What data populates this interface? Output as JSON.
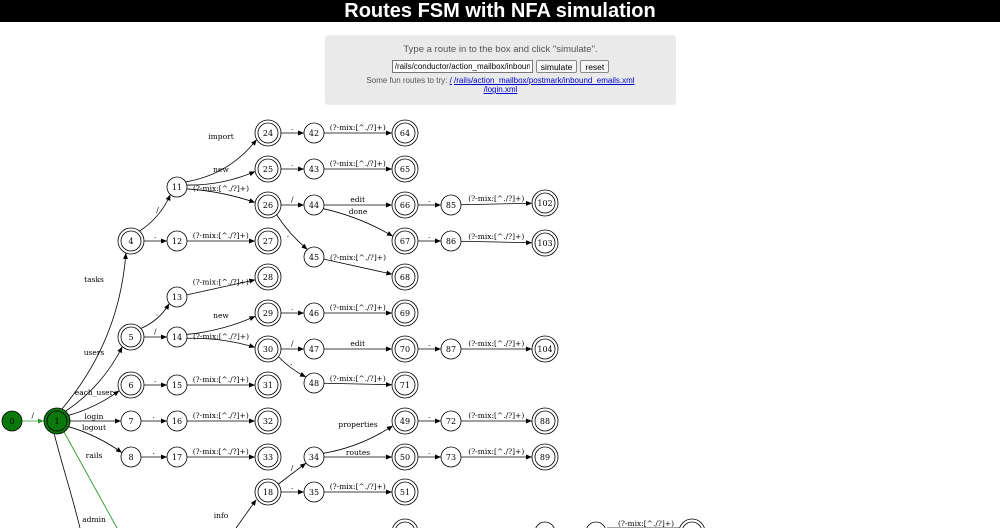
{
  "page": {
    "title": "Routes FSM with NFA simulation"
  },
  "form": {
    "instruction": "Type a route in to the box and click \"simulate\".",
    "route_value": "/rails/conductor/action_mailbox/inbound_emails",
    "simulate_label": "simulate",
    "reset_label": "reset",
    "fun_prefix": "Some fun routes to try:",
    "fun_links": [
      "/",
      "/rails/action_mailbox/postmark/inbound_emails.xml",
      "/login.xml"
    ]
  },
  "colors": {
    "active_fill": "#0a780a",
    "active_edge": "#2c9a2c",
    "edge": "#000000"
  },
  "graph": {
    "states": [
      {
        "id": "s0",
        "label": "0",
        "final": false,
        "active": true
      },
      {
        "id": "s1",
        "label": "1",
        "final": true,
        "active": true
      },
      {
        "id": "s4",
        "label": "4",
        "final": true
      },
      {
        "id": "s5",
        "label": "5",
        "final": true
      },
      {
        "id": "s6",
        "label": "6",
        "final": true
      },
      {
        "id": "s7",
        "label": "7",
        "final": false
      },
      {
        "id": "s8",
        "label": "8",
        "final": false
      },
      {
        "id": "s11",
        "label": "11",
        "final": false
      },
      {
        "id": "s12",
        "label": "12",
        "final": false
      },
      {
        "id": "s13",
        "label": "13",
        "final": false
      },
      {
        "id": "s14",
        "label": "14",
        "final": false
      },
      {
        "id": "s15",
        "label": "15",
        "final": false
      },
      {
        "id": "s16",
        "label": "16",
        "final": false
      },
      {
        "id": "s17",
        "label": "17",
        "final": false
      },
      {
        "id": "s18",
        "label": "18",
        "final": true
      },
      {
        "id": "s24",
        "label": "24",
        "final": true
      },
      {
        "id": "s25",
        "label": "25",
        "final": true
      },
      {
        "id": "s26",
        "label": "26",
        "final": true
      },
      {
        "id": "s27",
        "label": "27",
        "final": true
      },
      {
        "id": "s28",
        "label": "28",
        "final": true
      },
      {
        "id": "s29",
        "label": "29",
        "final": true
      },
      {
        "id": "s30",
        "label": "30",
        "final": true
      },
      {
        "id": "s31",
        "label": "31",
        "final": true
      },
      {
        "id": "s32",
        "label": "32",
        "final": true
      },
      {
        "id": "s33",
        "label": "33",
        "final": true
      },
      {
        "id": "s34",
        "label": "34",
        "final": false
      },
      {
        "id": "s35",
        "label": "35",
        "final": false
      },
      {
        "id": "s42",
        "label": "42",
        "final": false
      },
      {
        "id": "s43",
        "label": "43",
        "final": false
      },
      {
        "id": "s44",
        "label": "44",
        "final": false
      },
      {
        "id": "s45",
        "label": "45",
        "final": false
      },
      {
        "id": "s46",
        "label": "46",
        "final": false
      },
      {
        "id": "s47",
        "label": "47",
        "final": false
      },
      {
        "id": "s48",
        "label": "48",
        "final": false
      },
      {
        "id": "s49",
        "label": "49",
        "final": true
      },
      {
        "id": "s50",
        "label": "50",
        "final": true
      },
      {
        "id": "s51",
        "label": "51",
        "final": true
      },
      {
        "id": "s64",
        "label": "64",
        "final": true
      },
      {
        "id": "s65",
        "label": "65",
        "final": true
      },
      {
        "id": "s66",
        "label": "66",
        "final": true
      },
      {
        "id": "s67",
        "label": "67",
        "final": true
      },
      {
        "id": "s68",
        "label": "68",
        "final": true
      },
      {
        "id": "s69",
        "label": "69",
        "final": true
      },
      {
        "id": "s70",
        "label": "70",
        "final": true
      },
      {
        "id": "s71",
        "label": "71",
        "final": true
      },
      {
        "id": "s72",
        "label": "72",
        "final": false
      },
      {
        "id": "s73",
        "label": "73",
        "final": false
      },
      {
        "id": "s85",
        "label": "85",
        "final": false
      },
      {
        "id": "s86",
        "label": "86",
        "final": false
      },
      {
        "id": "s87",
        "label": "87",
        "final": false
      },
      {
        "id": "s88",
        "label": "88",
        "final": true
      },
      {
        "id": "s89",
        "label": "89",
        "final": true
      },
      {
        "id": "s102",
        "label": "102",
        "final": true
      },
      {
        "id": "s103",
        "label": "103",
        "final": true
      },
      {
        "id": "s104",
        "label": "104",
        "final": true
      }
    ],
    "edges": [
      {
        "from": "s0",
        "to": "s1",
        "label": "/",
        "active": true
      },
      {
        "from": "s1",
        "to": "s4",
        "label": "tasks"
      },
      {
        "from": "s1",
        "to": "s5",
        "label": "users"
      },
      {
        "from": "s1",
        "to": "s6",
        "label": "each_user"
      },
      {
        "from": "s1",
        "to": "s7",
        "label": "login"
      },
      {
        "from": "s1",
        "to": "s7",
        "label": "logout"
      },
      {
        "from": "s1",
        "to": "s8",
        "label": "rails"
      },
      {
        "from": "s1",
        "to": "admin",
        "label": "admin"
      },
      {
        "from": "s1",
        "to": "active",
        "label": "",
        "active": true
      },
      {
        "from": "s4",
        "to": "s11",
        "label": "/"
      },
      {
        "from": "s4",
        "to": "s12",
        "label": "."
      },
      {
        "from": "s5",
        "to": "s13",
        "label": "."
      },
      {
        "from": "s5",
        "to": "s14",
        "label": "/"
      },
      {
        "from": "s6",
        "to": "s15",
        "label": "."
      },
      {
        "from": "s7",
        "to": "s16",
        "label": "."
      },
      {
        "from": "s8",
        "to": "s17",
        "label": "."
      },
      {
        "from": "s11",
        "to": "s24",
        "label": "import"
      },
      {
        "from": "s11",
        "to": "s25",
        "label": "new"
      },
      {
        "from": "s11",
        "to": "s26",
        "label": "(?-mix:[^./?]+)"
      },
      {
        "from": "s12",
        "to": "s27",
        "label": "(?-mix:[^./?]+)"
      },
      {
        "from": "s13",
        "to": "s28",
        "label": "(?-mix:[^./?]+)"
      },
      {
        "from": "s14",
        "to": "s29",
        "label": "new"
      },
      {
        "from": "s14",
        "to": "s30",
        "label": "(?-mix:[^./?]+)"
      },
      {
        "from": "s15",
        "to": "s31",
        "label": "(?-mix:[^./?]+)"
      },
      {
        "from": "s16",
        "to": "s32",
        "label": "(?-mix:[^./?]+)"
      },
      {
        "from": "s17",
        "to": "s33",
        "label": "(?-mix:[^./?]+)"
      },
      {
        "from": "s18",
        "to": "s34",
        "label": "/"
      },
      {
        "from": "s18",
        "to": "s35",
        "label": "."
      },
      {
        "from": "s24",
        "to": "s42",
        "label": "."
      },
      {
        "from": "s25",
        "to": "s43",
        "label": "."
      },
      {
        "from": "s26",
        "to": "s44",
        "label": "/"
      },
      {
        "from": "s26",
        "to": "s45",
        "label": "."
      },
      {
        "from": "s29",
        "to": "s46",
        "label": "."
      },
      {
        "from": "s30",
        "to": "s47",
        "label": "/"
      },
      {
        "from": "s30",
        "to": "s48",
        "label": "."
      },
      {
        "from": "s34",
        "to": "s49",
        "label": "properties"
      },
      {
        "from": "s34",
        "to": "s50",
        "label": "routes"
      },
      {
        "from": "s35",
        "to": "s51",
        "label": "(?-mix:[^./?]+)"
      },
      {
        "from": "s42",
        "to": "s64",
        "label": "(?-mix:[^./?]+)"
      },
      {
        "from": "s43",
        "to": "s65",
        "label": "(?-mix:[^./?]+)"
      },
      {
        "from": "s44",
        "to": "s66",
        "label": "edit"
      },
      {
        "from": "s44",
        "to": "s67",
        "label": "done"
      },
      {
        "from": "s45",
        "to": "s68",
        "label": "(?-mix:[^./?]+)"
      },
      {
        "from": "s46",
        "to": "s69",
        "label": "(?-mix:[^./?]+)"
      },
      {
        "from": "s47",
        "to": "s70",
        "label": "edit"
      },
      {
        "from": "s48",
        "to": "s71",
        "label": "(?-mix:[^./?]+)"
      },
      {
        "from": "s49",
        "to": "s72",
        "label": "."
      },
      {
        "from": "s50",
        "to": "s73",
        "label": "."
      },
      {
        "from": "s66",
        "to": "s85",
        "label": "."
      },
      {
        "from": "s67",
        "to": "s86",
        "label": "."
      },
      {
        "from": "s70",
        "to": "s87",
        "label": "."
      },
      {
        "from": "s72",
        "to": "s88",
        "label": "(?-mix:[^./?]+)"
      },
      {
        "from": "s73",
        "to": "s89",
        "label": "(?-mix:[^./?]+)"
      },
      {
        "from": "s85",
        "to": "s102",
        "label": "(?-mix:[^./?]+)"
      },
      {
        "from": "s86",
        "to": "s103",
        "label": "(?-mix:[^./?]+)"
      },
      {
        "from": "s87",
        "to": "s104",
        "label": "(?-mix:[^./?]+)"
      },
      {
        "from": "info_src",
        "to": "s18",
        "label": "info"
      },
      {
        "from": "p1",
        "to": "p2",
        "label": "(?-mix:[^./?]+)"
      }
    ]
  }
}
